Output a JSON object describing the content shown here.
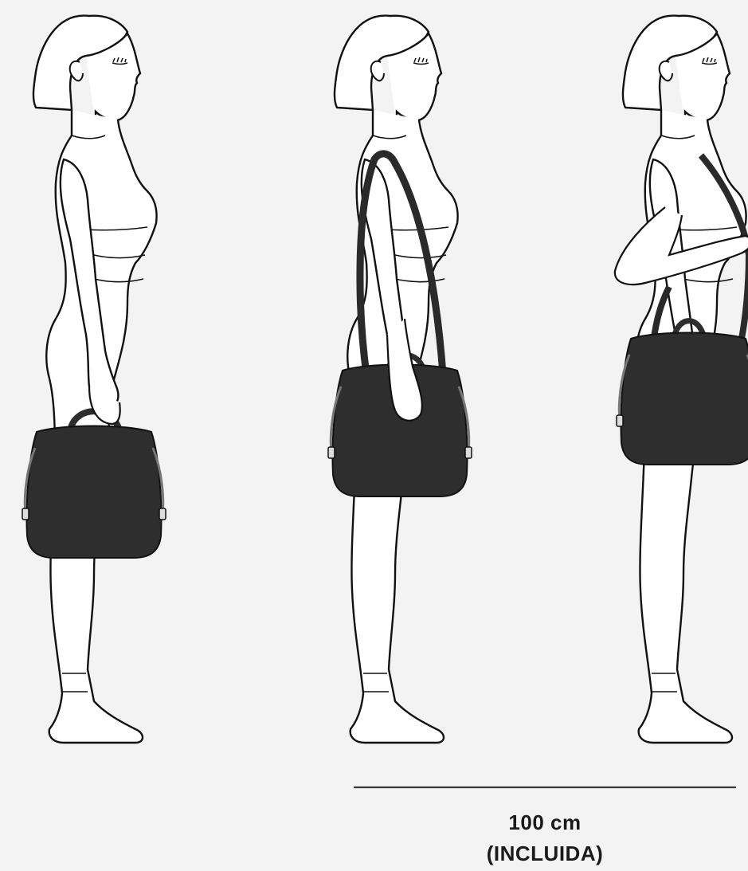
{
  "measure": {
    "length_label": "100 cm",
    "note_label": "(INCLUIDA)"
  },
  "figures": [
    {
      "carry": "hand-carried by top handle"
    },
    {
      "carry": "shoulder strap"
    },
    {
      "carry": "crossbody strap"
    }
  ],
  "colors": {
    "background": "#f3f3f3",
    "outline": "#111111",
    "bag": "#2e2e2e",
    "skin": "#ffffff"
  }
}
